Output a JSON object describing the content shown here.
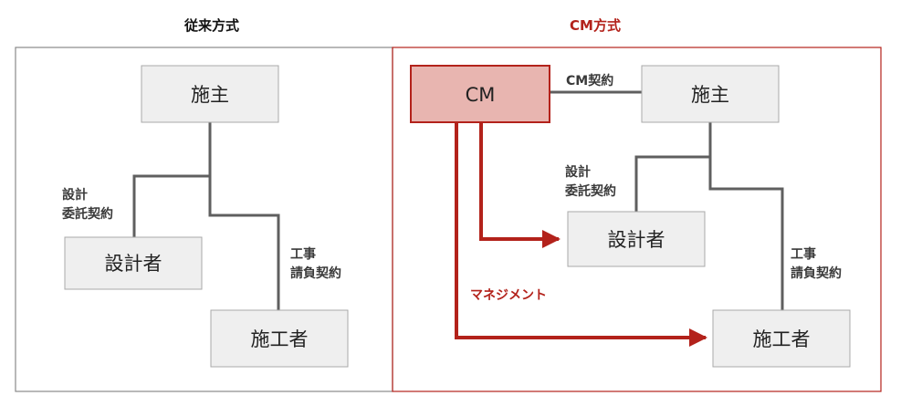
{
  "colors": {
    "connector": "#5f5f5f",
    "box_fill": "#efefef",
    "box_stroke": "#a8a8a8",
    "accent": "#b3221b",
    "cm_fill": "#e8b5b0",
    "frame_left": "#8a8a8a",
    "frame_right": "#b3221b",
    "title_left": "#111111"
  },
  "left": {
    "title": "従来方式",
    "owner": "施主",
    "designer": "設計者",
    "contractor": "施工者",
    "design_contract": [
      "設計",
      "委託契約"
    ],
    "construction_contract": [
      "工事",
      "請負契約"
    ]
  },
  "right": {
    "title": "CM方式",
    "cm": "CM",
    "owner": "施主",
    "designer": "設計者",
    "contractor": "施工者",
    "cm_contract": "CM契約",
    "design_contract": [
      "設計",
      "委託契約"
    ],
    "construction_contract": [
      "工事",
      "請負契約"
    ],
    "management": "マネジメント"
  }
}
